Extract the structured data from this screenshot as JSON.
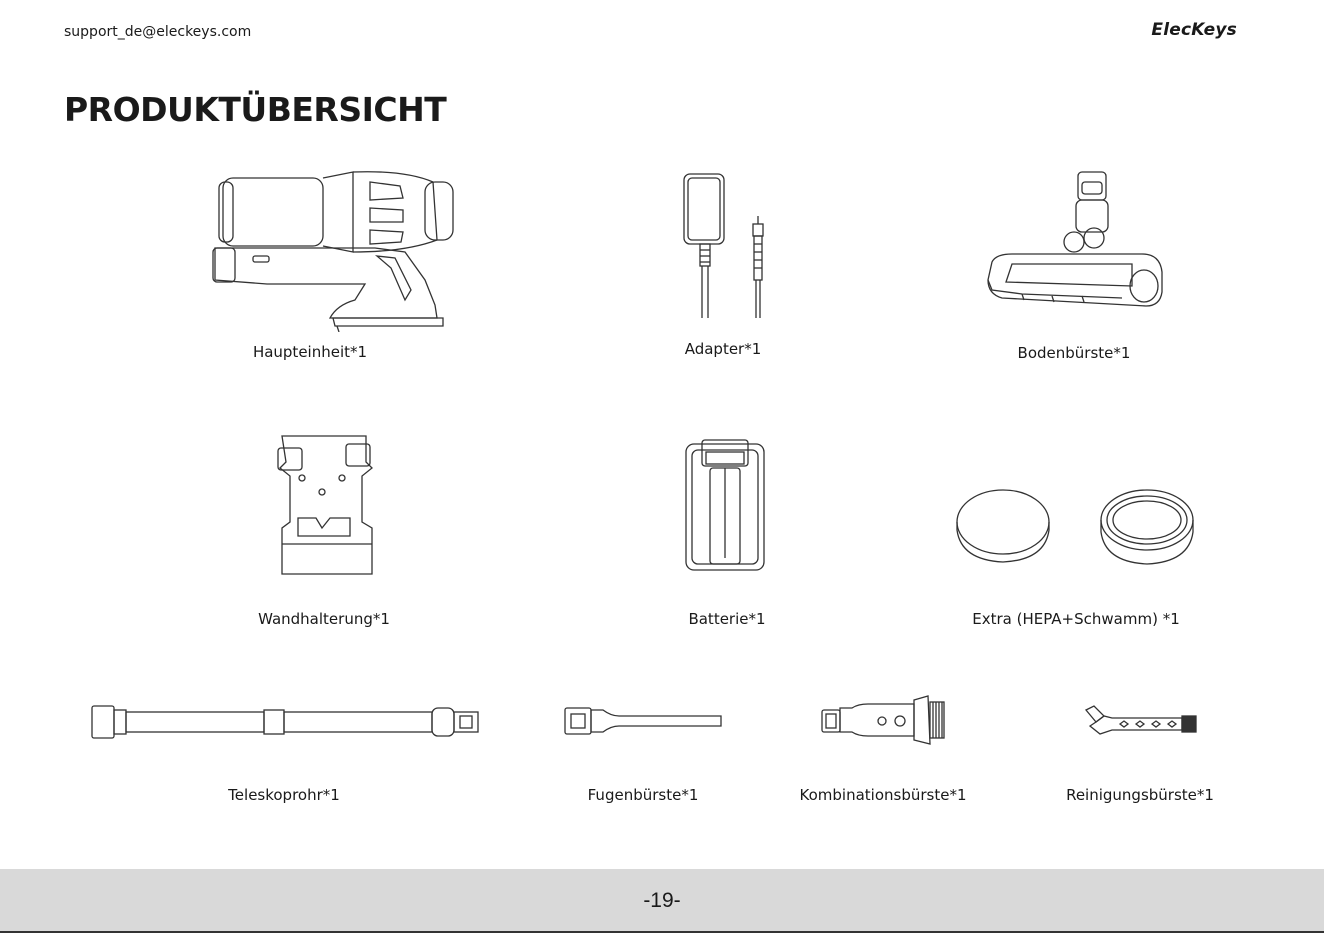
{
  "header": {
    "email": "support_de@eleckeys.com",
    "brand": "ElecKeys"
  },
  "title": "PRODUKTÜBERSICHT",
  "items": [
    {
      "label": "Haupteinheit*1",
      "icon": "main-unit-icon"
    },
    {
      "label": "Adapter*1",
      "icon": "adapter-icon"
    },
    {
      "label": "Bodenbürste*1",
      "icon": "floor-brush-icon"
    },
    {
      "label": "Wandhalterung*1",
      "icon": "wall-mount-icon"
    },
    {
      "label": "Batterie*1",
      "icon": "battery-icon"
    },
    {
      "label": "Extra (HEPA+Schwamm) *1",
      "icon": "filter-icon"
    },
    {
      "label": "Teleskoprohr*1",
      "icon": "telescopic-tube-icon"
    },
    {
      "label": "Fugenbürste*1",
      "icon": "crevice-tool-icon"
    },
    {
      "label": "Kombinationsbürste*1",
      "icon": "combination-brush-icon"
    },
    {
      "label": "Reinigungsbürste*1",
      "icon": "cleaning-brush-icon"
    }
  ],
  "footer": {
    "page": "-19-"
  }
}
